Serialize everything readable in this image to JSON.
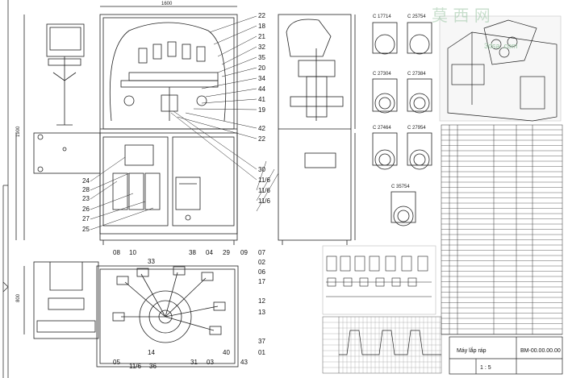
{
  "callouts_front": [
    "24",
    "28",
    "23",
    "26",
    "27",
    "25"
  ],
  "callouts_mid": [
    "22",
    "18",
    "21",
    "32",
    "35",
    "20",
    "34",
    "44",
    "41",
    "19",
    "42",
    "22",
    "30",
    "11/6",
    "11/6",
    "11/6"
  ],
  "callouts_plan_top": [
    "08",
    "10",
    "33",
    "38",
    "04",
    "29",
    "09",
    "07",
    "02",
    "06"
  ],
  "callouts_plan_right": [
    "17",
    "12",
    "13",
    "37",
    "40",
    "01"
  ],
  "callouts_plan_bottom": [
    "05",
    "14",
    "11/6",
    "36",
    "31",
    "03",
    "43"
  ],
  "dim_top": "1600",
  "dim_side": "1900",
  "dim_left_plan": "800",
  "sections": {
    "s1": "C 17714",
    "s2": "C 25754",
    "s3": "C 27304",
    "s4": "C 27384",
    "s5": "C 27464",
    "s6": "C 27954",
    "s7": "C 35754"
  },
  "title_block": {
    "name": "Máy lắp ráp",
    "drawing_no": "BM-00.00.00.00",
    "scale": "1 : 5"
  },
  "watermark": "莫 西 网",
  "watermark_url": "3dsa   .com",
  "colors": {
    "line": "#222222",
    "paper": "#ffffff",
    "watermark": "#9dc6a6"
  }
}
